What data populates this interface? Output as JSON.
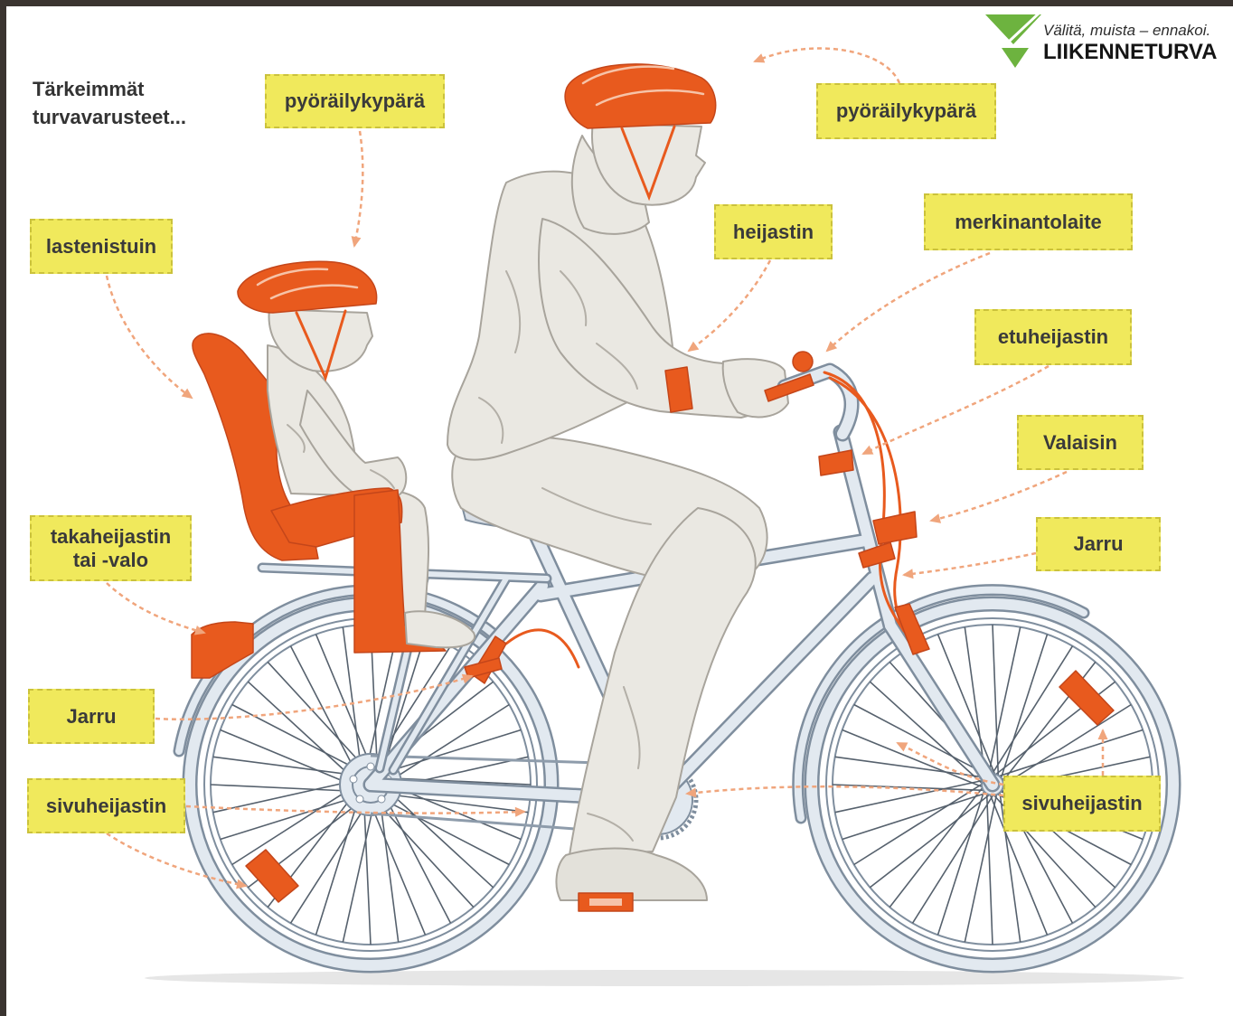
{
  "logo": {
    "tagline": "Välitä, muista – ennakoi.",
    "name": "LIIKENNETURVA"
  },
  "intro": {
    "line1": "Tärkeimmät",
    "line2": "turvavarusteet..."
  },
  "labels": {
    "child_helmet": "pyöräilykypärä",
    "adult_helmet": "pyöräilykypärä",
    "child_seat": "lastenistuin",
    "reflector": "heijastin",
    "signal_device": "merkinantolaite",
    "front_reflector": "etuheijastin",
    "light": "Valaisin",
    "rear_reflector": [
      "takaheijastin",
      "tai -valo"
    ],
    "front_brake": "Jarru",
    "rear_brake": "Jarru",
    "rear_side_reflector": "sivuheijastin",
    "front_side_reflector": "sivuheijastin"
  },
  "colors": {
    "safety_orange": "#e85a1e",
    "label_yellow": "#f0e95c",
    "frame_blue": "#e2e9f0",
    "logo_green": "#6db33f",
    "arrow_orange": "#f0a57c"
  }
}
